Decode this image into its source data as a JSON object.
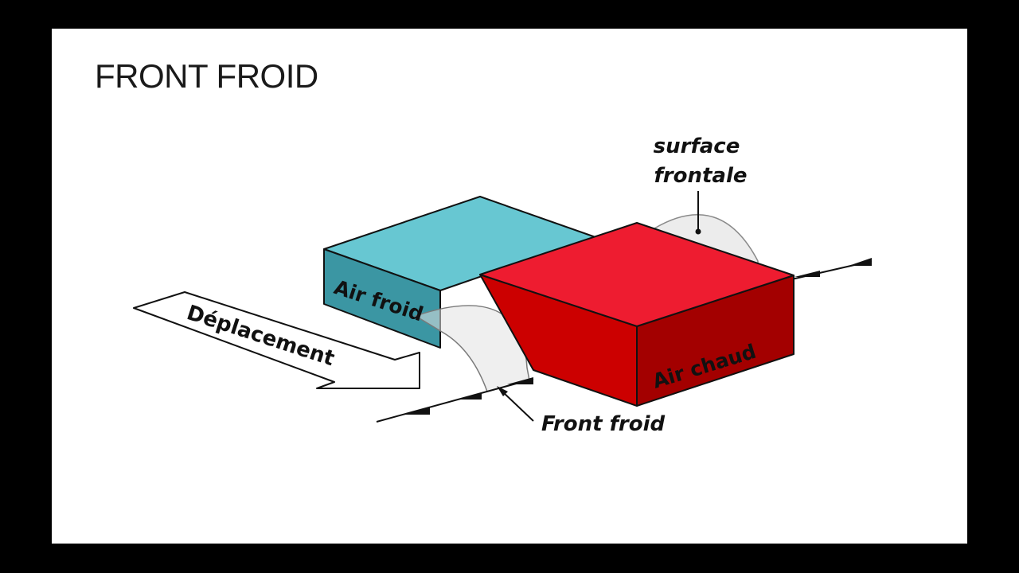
{
  "slide": {
    "title": "FRONT FROID"
  },
  "diagram": {
    "labels": {
      "surface_frontale_line1": "surface",
      "surface_frontale_line2": "frontale",
      "air_froid": "Air froid",
      "air_chaud": "Air chaud",
      "deplacement": "Déplacement",
      "front_froid": "Front froid"
    },
    "colors": {
      "cold_air_top": "#67c7d2",
      "cold_air_front": "#3b96a3",
      "warm_air_top": "#ee1c30",
      "warm_air_front": "#cc0000",
      "warm_air_side": "#a30000",
      "frontal_surface": "#e6e6e6",
      "outline": "#111111",
      "background": "#ffffff",
      "frame": "#000000"
    }
  }
}
